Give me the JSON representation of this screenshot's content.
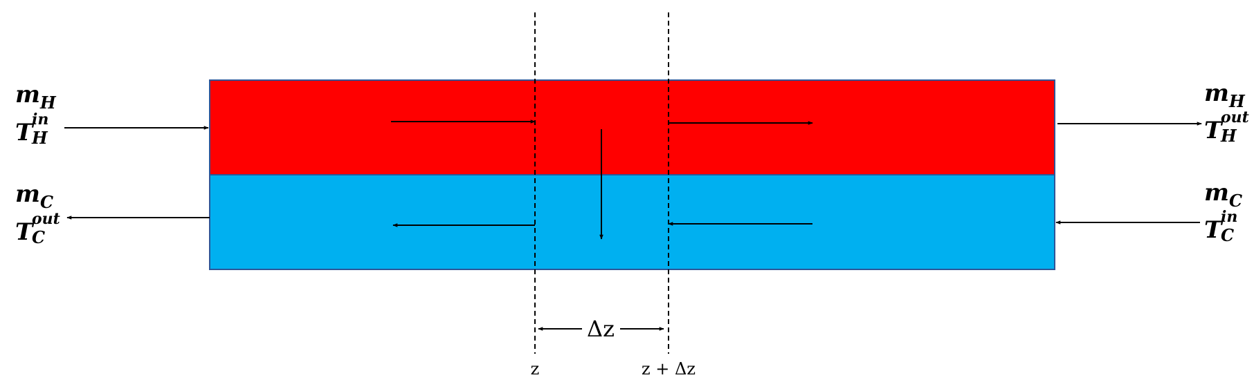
{
  "colors": {
    "hot": "#ff0000",
    "cold": "#00b0f0",
    "border": "#2e5597",
    "ink": "#000000"
  },
  "hot_inlet": {
    "flow": "m",
    "flow_sub": "H",
    "temp": "T",
    "temp_sub": "H",
    "temp_sup": "in"
  },
  "hot_outlet": {
    "flow": "m",
    "flow_sub": "H",
    "temp": "T",
    "temp_sub": "H",
    "temp_sup": "out"
  },
  "cold_outlet": {
    "flow": "m",
    "flow_sub": "C",
    "temp": "T",
    "temp_sub": "C",
    "temp_sup": "out"
  },
  "cold_inlet": {
    "flow": "m",
    "flow_sub": "C",
    "temp": "T",
    "temp_sub": "C",
    "temp_sup": "in"
  },
  "element": {
    "delta": "Δz",
    "z_label": "z",
    "z_plus_label": "z + Δz"
  }
}
